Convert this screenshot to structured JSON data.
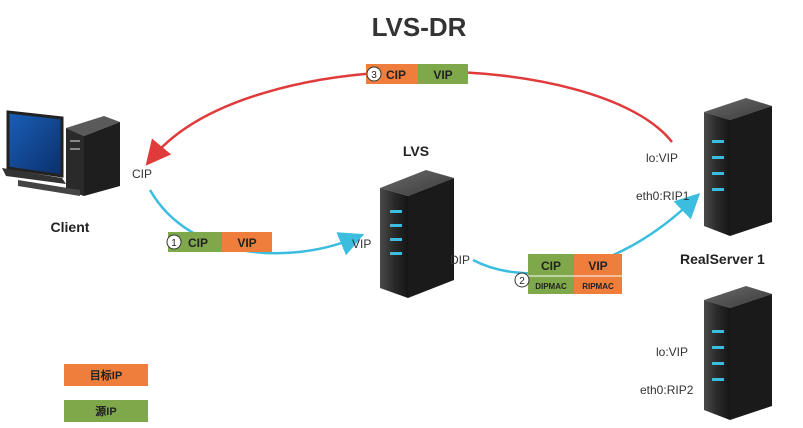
{
  "title": "LVS-DR",
  "client": {
    "label": "Client",
    "ip": "CIP"
  },
  "lvs": {
    "label": "LVS",
    "vip": "VIP",
    "dip": "DIP"
  },
  "realserver1": {
    "label": "RealServer  1",
    "lo": "lo:VIP",
    "eth0": "eth0:RIP1"
  },
  "realserver2": {
    "lo": "lo:VIP",
    "eth0": "eth0:RIP2"
  },
  "packets": {
    "step1": {
      "num": "1",
      "src": "CIP",
      "dst": "VIP"
    },
    "step2": {
      "num": "2",
      "src": "CIP",
      "dst": "VIP",
      "src_mac": "DIPMAC",
      "dst_mac": "RIPMAC"
    },
    "step3": {
      "num": "3",
      "src": "CIP",
      "dst": "VIP"
    }
  },
  "legend": {
    "dest": "目标IP",
    "source": "源IP"
  },
  "colors": {
    "orange": "#ef7d3c",
    "green": "#7fa84a",
    "red": "#e03a3a",
    "cyan": "#3bbde0"
  }
}
